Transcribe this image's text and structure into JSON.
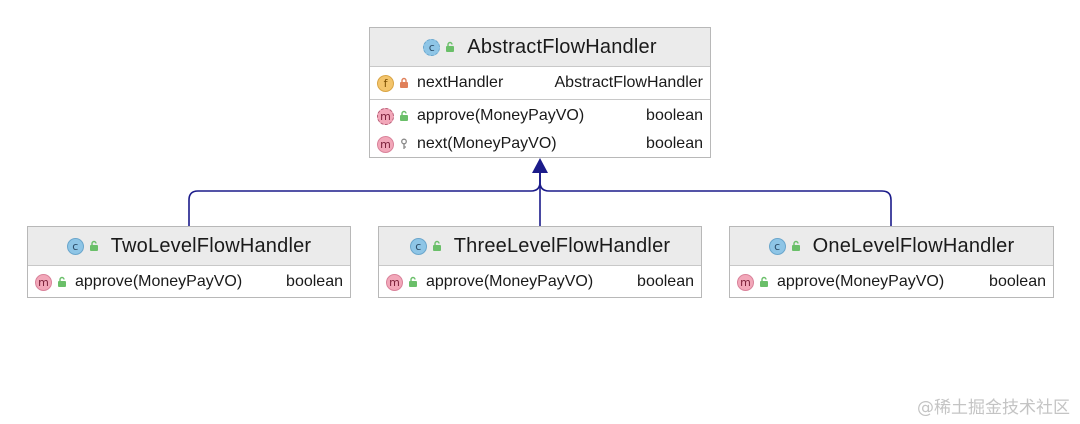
{
  "parent": {
    "name": "AbstractFlowHandler",
    "icon": "class-icon",
    "fields": [
      {
        "name": "nextHandler",
        "type": "AbstractFlowHandler",
        "visibility": "private"
      }
    ],
    "methods": [
      {
        "signature": "approve(MoneyPayVO)",
        "return": "boolean",
        "visibility": "public",
        "abstract": true
      },
      {
        "signature": "next(MoneyPayVO)",
        "return": "boolean",
        "visibility": "protected",
        "abstract": false
      }
    ]
  },
  "children": [
    {
      "name": "TwoLevelFlowHandler",
      "method": {
        "signature": "approve(MoneyPayVO)",
        "return": "boolean"
      }
    },
    {
      "name": "ThreeLevelFlowHandler",
      "method": {
        "signature": "approve(MoneyPayVO)",
        "return": "boolean"
      }
    },
    {
      "name": "OneLevelFlowHandler",
      "method": {
        "signature": "approve(MoneyPayVO)",
        "return": "boolean"
      }
    }
  ],
  "badges": {
    "class": "c",
    "field": "f",
    "method": "m"
  },
  "colors": {
    "header_bg": "#ebebeb",
    "border": "#b8b8b8",
    "edge": "#1b1b8a",
    "class_badge": "#8ec5e6",
    "field_badge": "#f3c46b",
    "method_badge": "#f2a7b9",
    "public_lock": "#6abf69",
    "private_lock": "#e0805a"
  },
  "watermark": "@稀土掘金技术社区"
}
